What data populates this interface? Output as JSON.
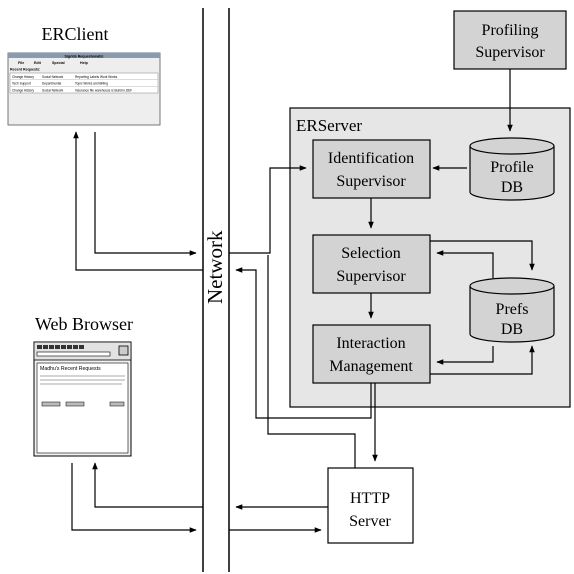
{
  "labels": {
    "er_client": "ERClient",
    "web_browser": "Web Browser",
    "network": "Network",
    "er_server": "ERServer"
  },
  "boxes": {
    "profiling_supervisor": [
      "Profiling",
      "Supervisor"
    ],
    "identification_supervisor": [
      "Identification",
      "Supervisor"
    ],
    "selection_supervisor": [
      "Selection",
      "Supervisor"
    ],
    "interaction_management": [
      "Interaction",
      "Management"
    ],
    "http_server": [
      "HTTP",
      "Server"
    ]
  },
  "databases": {
    "profile_db": [
      "Profile",
      "DB"
    ],
    "prefs_db": [
      "Prefs",
      "DB"
    ]
  },
  "client_window": {
    "title": "Sigrids Requestomatic",
    "menu": [
      "File",
      "Edit",
      "Special",
      "Help"
    ],
    "heading": "Recent Requests:",
    "rows": [
      [
        "Change History",
        "Social Network",
        "Reporting Labels Work Works"
      ],
      [
        "Tech Support",
        "Departmental",
        "Topic Works and Billing"
      ],
      [
        "Change History",
        "Social Network",
        "Insurance file warehouse is Build in.DEF"
      ]
    ]
  },
  "browser_window": {
    "heading": "Madhu's Recent Requests"
  },
  "colors": {
    "box_fill": "#d3d3d3",
    "server_fill": "#e6e6e6",
    "stroke": "#000000"
  }
}
